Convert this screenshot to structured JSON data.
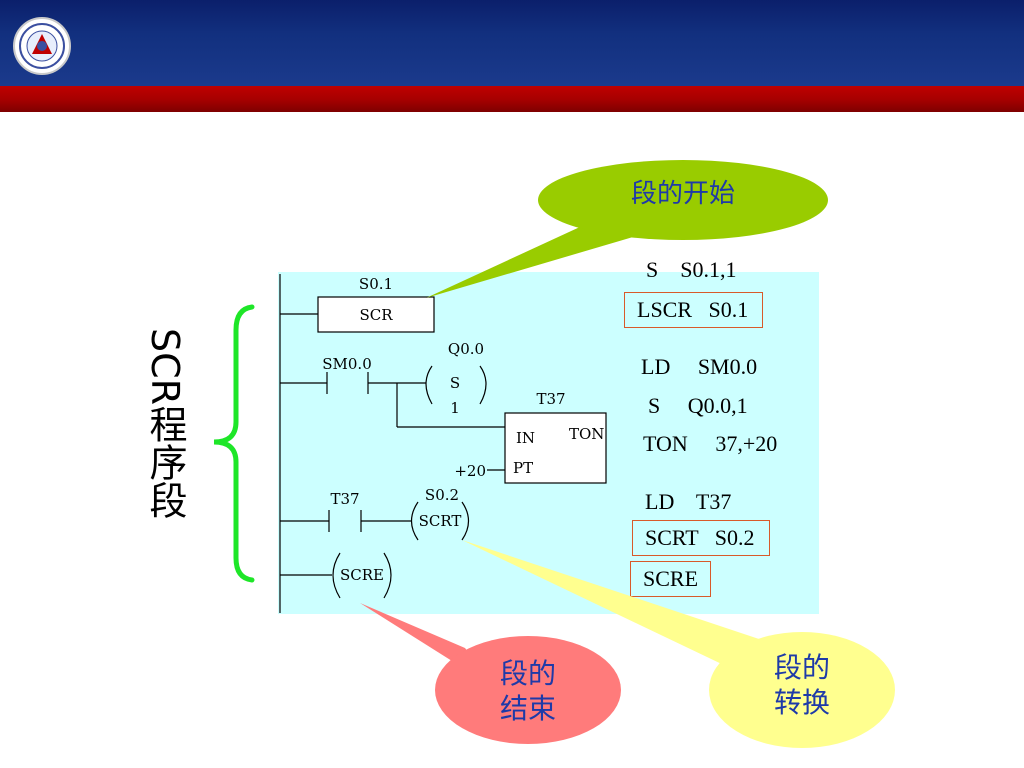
{
  "colors": {
    "header_top": "#0b1f6b",
    "header_bar": "#a40000",
    "panel": "#ccffff",
    "brace": "#1ee628",
    "callout_green": "#99cc00",
    "callout_red": "#ff7b7b",
    "callout_yellow": "#ffff8f",
    "callout_text": "#1e3aa8",
    "box_border": "#d85a2a"
  },
  "header": {
    "logo": "university-seal-icon"
  },
  "side_title": "SCR程序段",
  "ladder": {
    "rung1": {
      "address": "S0.1",
      "box": "SCR"
    },
    "rung2": {
      "contact": "SM0.0",
      "coil_address": "Q0.0",
      "coil_op": "S",
      "coil_n": "1",
      "timer_name": "T37",
      "timer_type": "TON",
      "timer_in": "IN",
      "timer_pt": "PT",
      "pt_value": "+20"
    },
    "rung3": {
      "contact": "T37",
      "coil_address": "S0.2",
      "coil": "SCRT"
    },
    "rung4": {
      "coil": "SCRE"
    }
  },
  "instructions": {
    "partial_top": "S    S0.1,1",
    "lscr": "LSCR   S0.1",
    "ld1": "LD     SM0.0",
    "s1": "S     Q0.0,1",
    "ton": "TON     37,+20",
    "ld2": "LD    T37",
    "scrt": "SCRT   S0.2",
    "scre": "SCRE"
  },
  "callouts": {
    "start": "段的开始",
    "end_line1": "段的",
    "end_line2": "结束",
    "transition_line1": "段的",
    "transition_line2": "转换"
  }
}
